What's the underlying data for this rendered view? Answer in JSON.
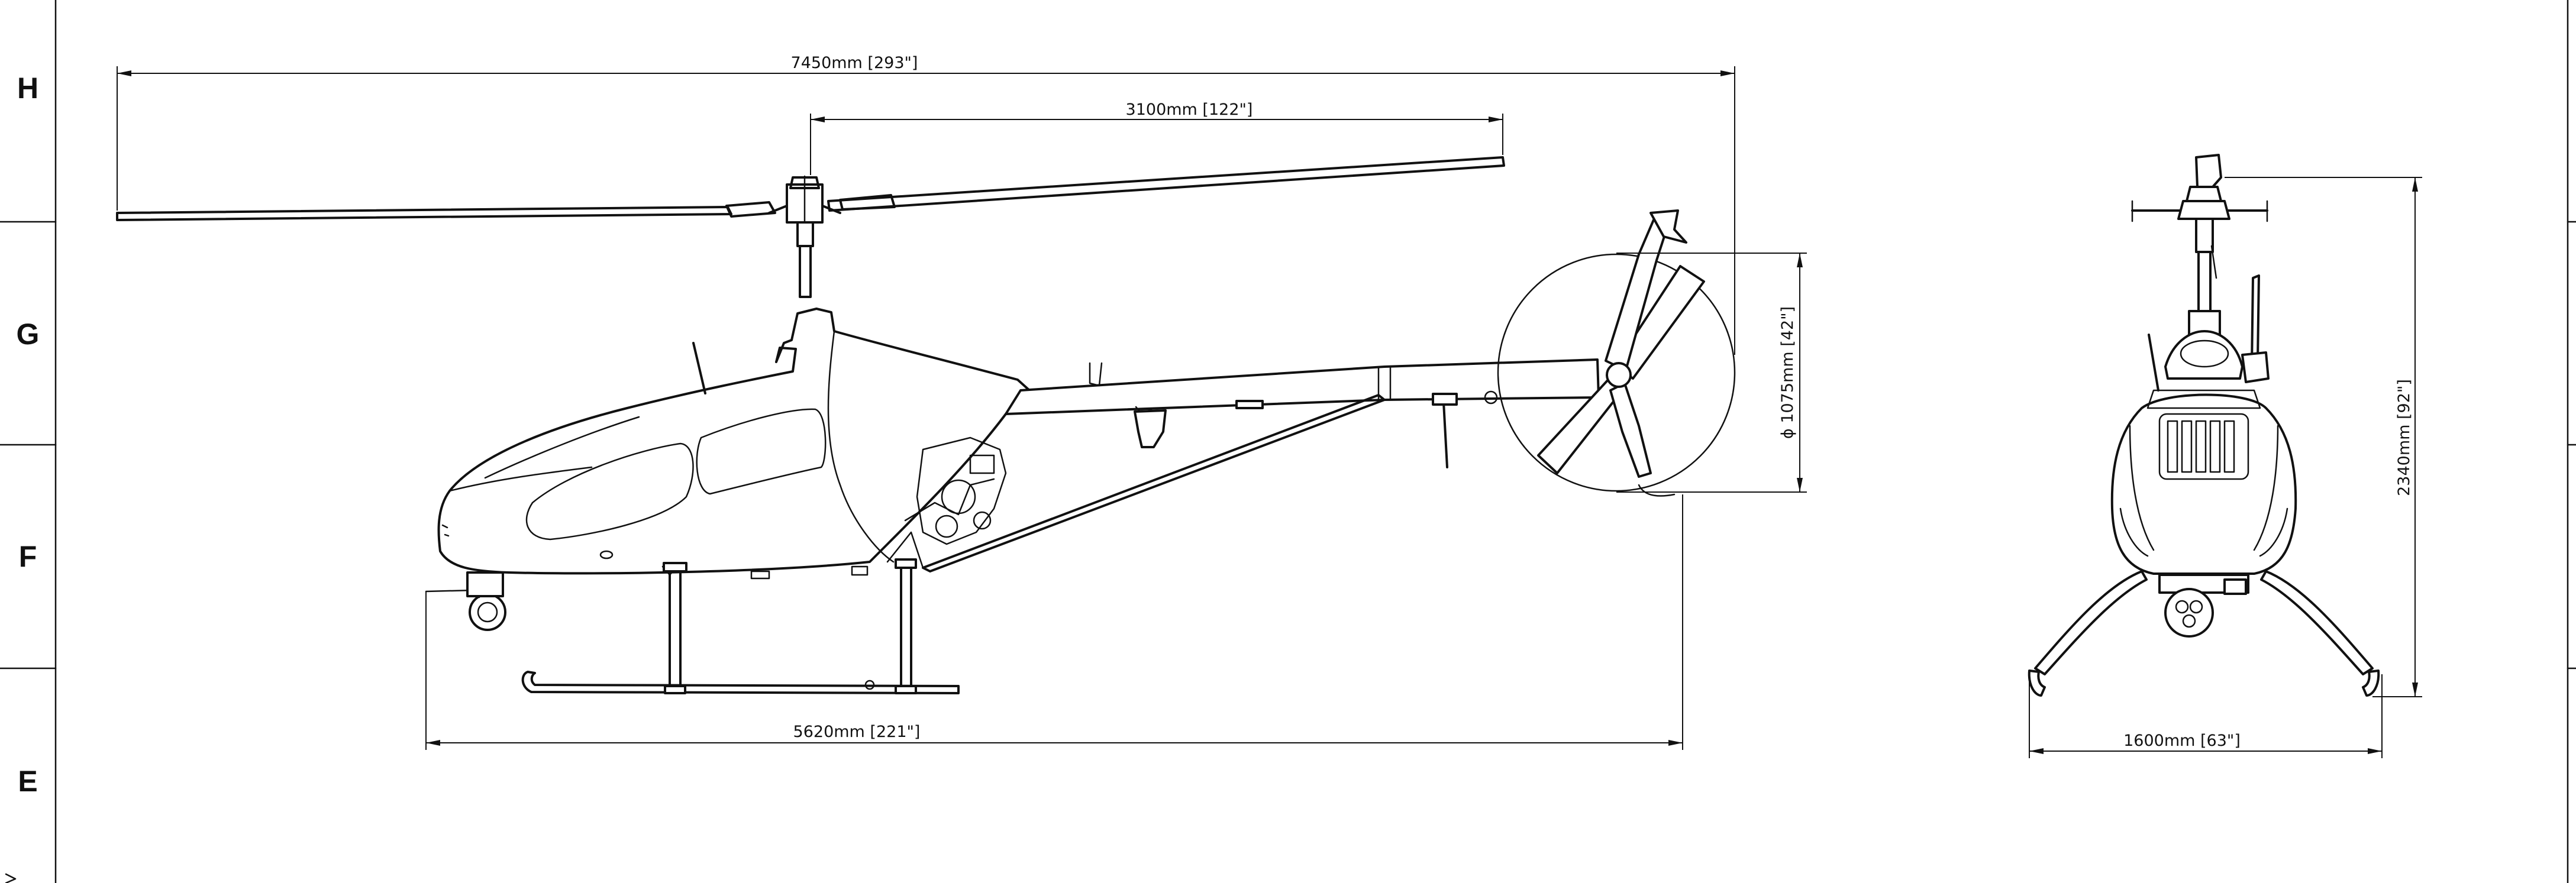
{
  "frame": {
    "zones": [
      "H",
      "G",
      "F",
      "E"
    ]
  },
  "dimensions": {
    "rotor_span": "7450mm [293\"]",
    "rotor_radius": "3100mm [122\"]",
    "fuselage_length": "5620mm [221\"]",
    "tail_rotor_diameter": "ϕ 1075mm [42\"]",
    "height": "2340mm [92\"]",
    "skid_width": "1600mm [63\"]"
  },
  "colors": {
    "line": "#111111",
    "background": "#ffffff"
  }
}
